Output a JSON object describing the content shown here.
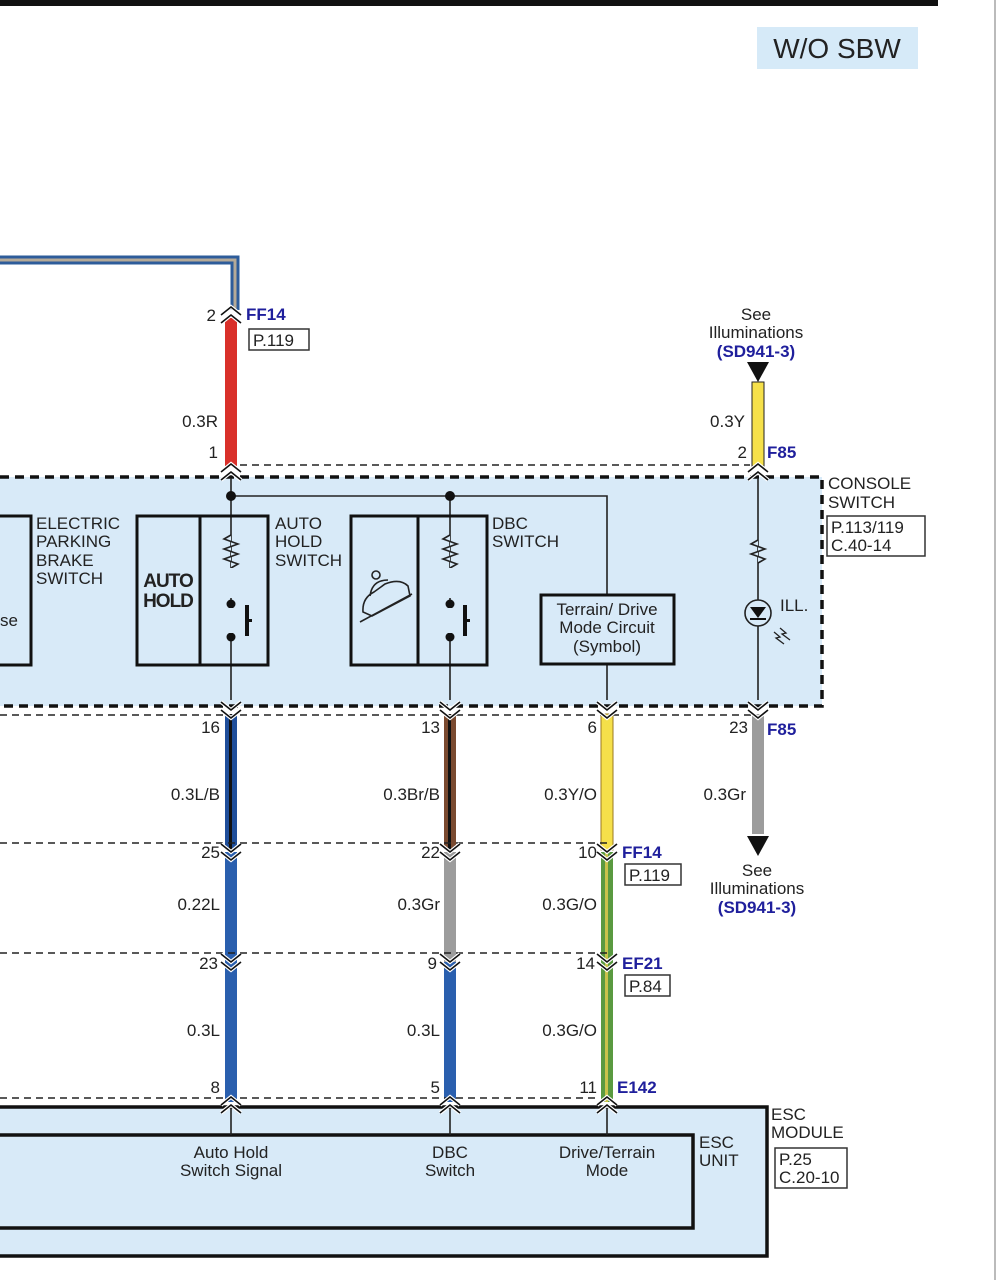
{
  "badge": "W/O SBW",
  "colors": {
    "component_fill": "#d8eaf8",
    "pin_id": "#1f1f9c",
    "red": "#d9302a",
    "yellow": "#f5e04a",
    "blue": "#2a5fae",
    "brown": "#7a4a30",
    "gray": "#9c9c9c",
    "green": "#5a9a40"
  },
  "top_connector": {
    "pin": "2",
    "id": "FF14",
    "ref": "P.119",
    "wire": "0.3R",
    "pin_bottom": "1"
  },
  "illum_top": {
    "line1": "See",
    "line2": "Illuminations",
    "ref": "(SD941-3)",
    "wire": "0.3Y",
    "pin": "2",
    "id": "F85"
  },
  "console_switch": {
    "name_line1": "CONSOLE",
    "name_line2": "SWITCH",
    "ref_line1": "P.113/119",
    "ref_line2": "C.40-14"
  },
  "epb": {
    "line1": "ELECTRIC",
    "line2": "PARKING",
    "line3": "BRAKE",
    "line4": "SWITCH",
    "partial_text": "se"
  },
  "auto_hold": {
    "icon_line1": "AUTO",
    "icon_line2": "HOLD",
    "label1": "AUTO",
    "label2": "HOLD",
    "label3": "SWITCH"
  },
  "dbc": {
    "label1": "DBC",
    "label2": "SWITCH"
  },
  "terrain": {
    "line1": "Terrain/ Drive",
    "line2": "Mode Circuit",
    "line3": "(Symbol)"
  },
  "ill_label": "ILL.",
  "row1": {
    "pins": [
      "16",
      "13",
      "6",
      "23"
    ],
    "id": "F85",
    "wires": [
      "0.3L/B",
      "0.3Br/B",
      "0.3Y/O",
      "0.3Gr"
    ]
  },
  "illum_bottom": {
    "line1": "See",
    "line2": "Illuminations",
    "ref": "(SD941-3)"
  },
  "row2": {
    "pins": [
      "25",
      "22",
      "10"
    ],
    "id": "FF14",
    "ref": "P.119",
    "wires": [
      "0.22L",
      "0.3Gr",
      "0.3G/O"
    ]
  },
  "row3": {
    "pins": [
      "23",
      "9",
      "14"
    ],
    "id": "EF21",
    "ref": "P.84",
    "wires": [
      "0.3L",
      "0.3L",
      "0.3G/O"
    ]
  },
  "row4": {
    "pins": [
      "8",
      "5",
      "11"
    ],
    "id": "E142"
  },
  "esc": {
    "module_line1": "ESC",
    "module_line2": "MODULE",
    "ref_line1": "P.25",
    "ref_line2": "C.20-10",
    "unit_line1": "ESC",
    "unit_line2": "UNIT",
    "signals": [
      {
        "l1": "Auto Hold",
        "l2": "Switch Signal"
      },
      {
        "l1": "DBC",
        "l2": "Switch"
      },
      {
        "l1": "Drive/Terrain",
        "l2": "Mode"
      }
    ]
  }
}
